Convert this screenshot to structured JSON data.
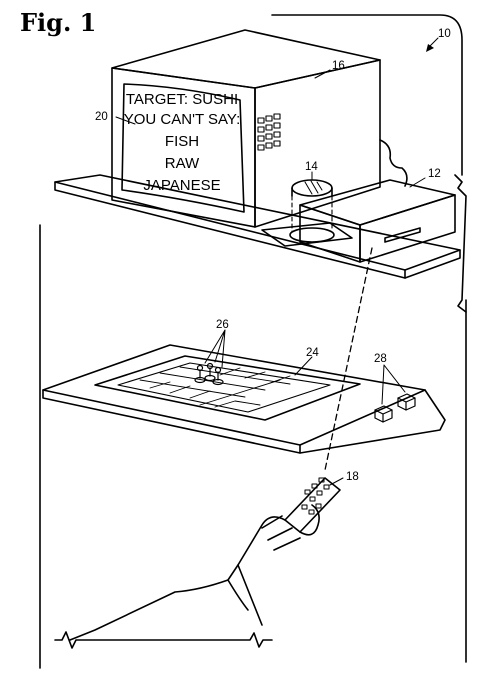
{
  "figure": {
    "title": "Fig. 1",
    "screen_lines": [
      "TARGET: SUSHI",
      "YOU CAN'T SAY:",
      "FISH",
      "RAW",
      "JAPANESE"
    ],
    "refs": {
      "system": "10",
      "player": "12",
      "disc": "14",
      "display": "16",
      "remote": "18",
      "screen": "20",
      "board": "24",
      "tokens": "26",
      "dice": "28"
    }
  }
}
